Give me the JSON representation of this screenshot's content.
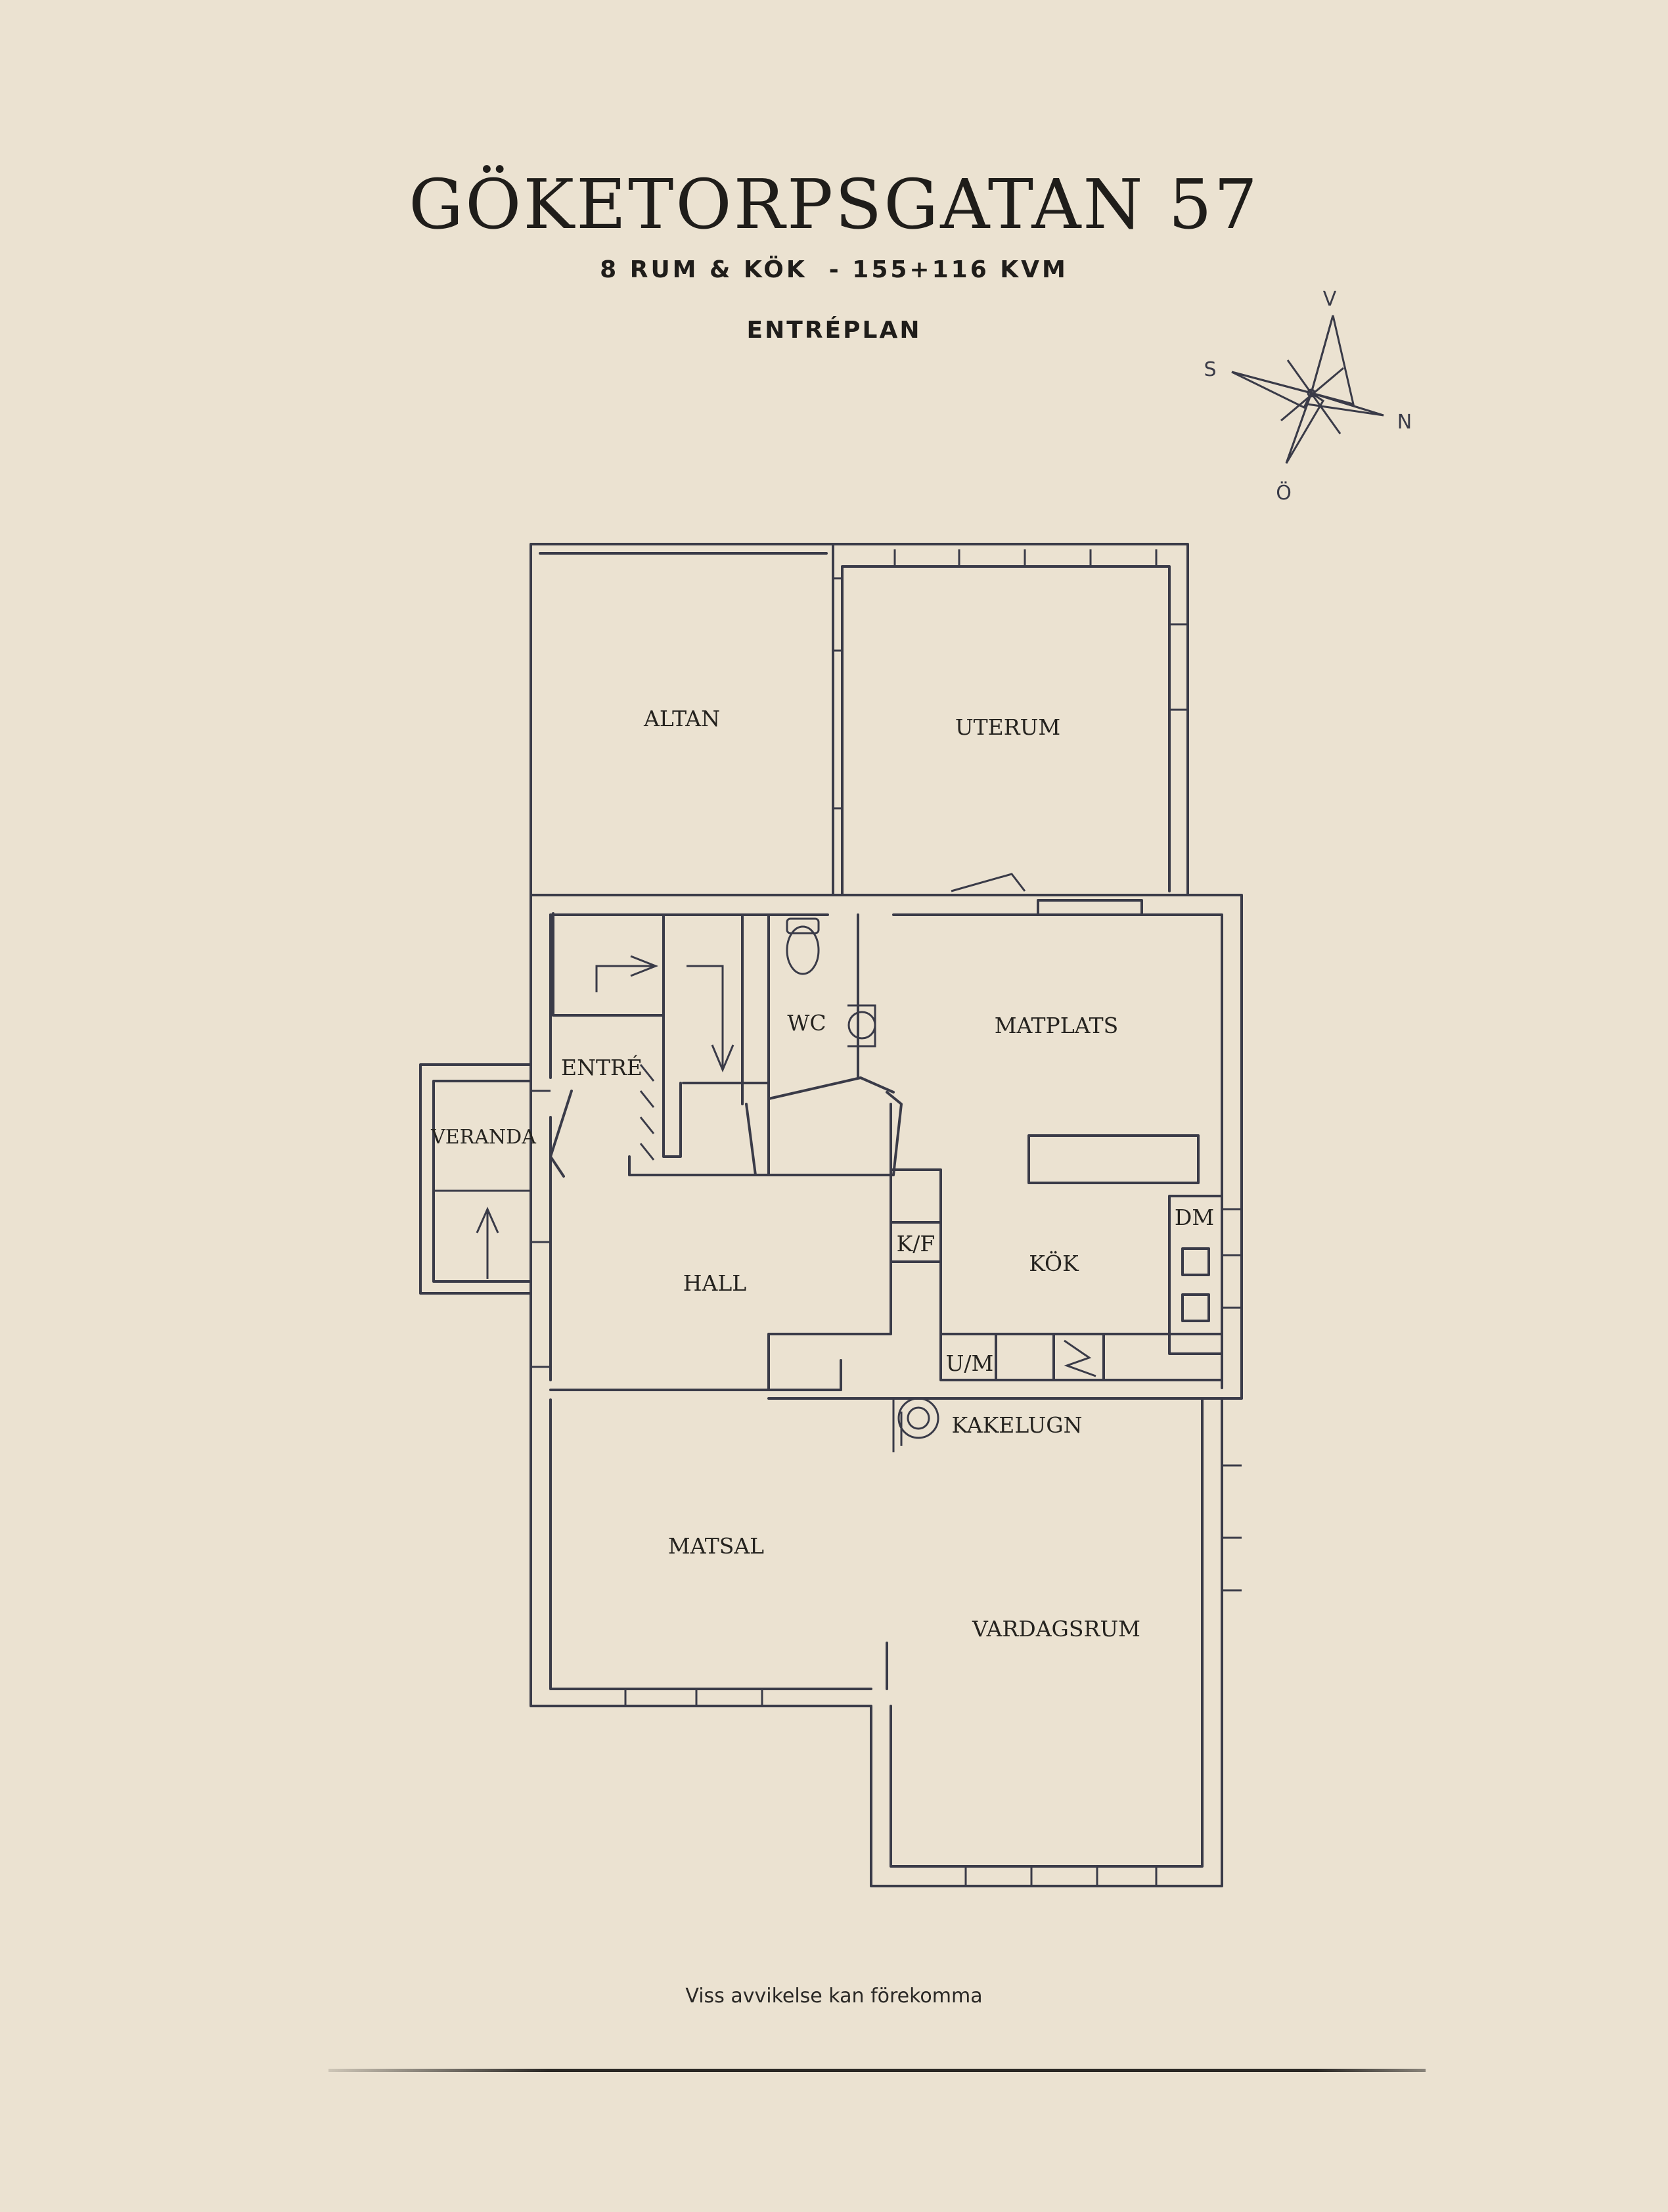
{
  "header": {
    "title": "GÖKETORPSGATAN 57",
    "subtitle": "8 RUM & KÖK  - 155+116 KVM",
    "level": "ENTRÉPLAN"
  },
  "compass": {
    "v": "V",
    "s": "S",
    "n": "N",
    "o": "Ö"
  },
  "rooms": {
    "altan": "ALTAN",
    "uterum": "UTERUM",
    "wc": "WC",
    "matplats": "MATPLATS",
    "entre": "ENTRÉ",
    "veranda": "VERANDA",
    "dm": "DM",
    "kf": "K/F",
    "kok": "KÖK",
    "hall": "HALL",
    "um": "U/M",
    "kakelugn": "KAKELUGN",
    "matsal": "MATSAL",
    "vardagsrum": "VARDAGSRUM"
  },
  "footer": {
    "disclaimer": "Viss avvikelse kan förekomma"
  },
  "colors": {
    "background": "#ebe2d1",
    "line": "#3a3b48",
    "text": "#1f1d1a"
  }
}
